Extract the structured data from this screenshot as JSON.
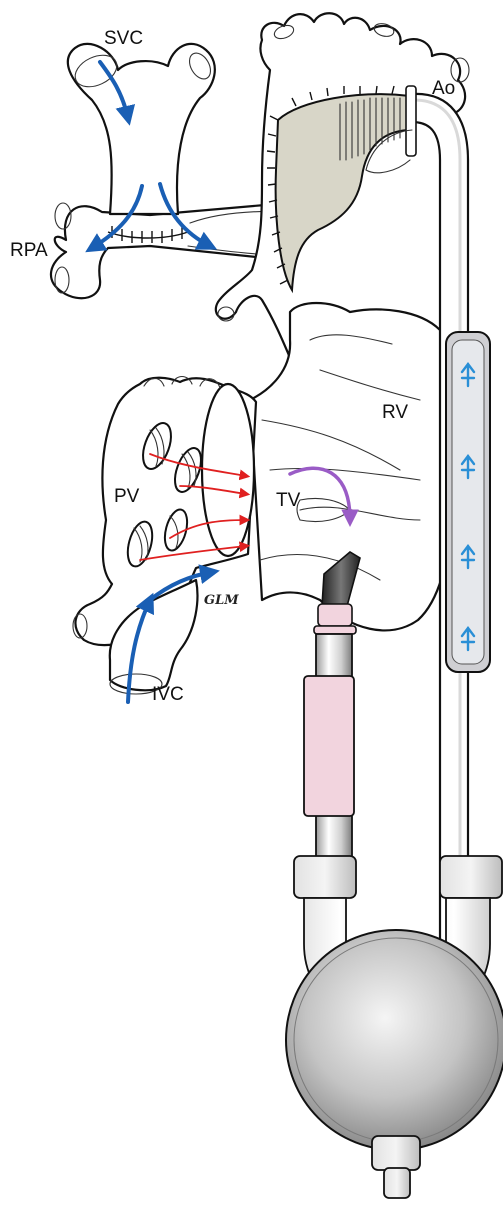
{
  "labels": {
    "svc": "SVC",
    "rpa": "RPA",
    "ao": "Ao",
    "rv": "RV",
    "pv": "PV",
    "tv": "TV",
    "ivc": "IVC",
    "signature": "GLM"
  },
  "colors": {
    "outline": "#111111",
    "blue_flow": "#1a5fb4",
    "red_flow": "#e02020",
    "purple_flow": "#9a5cc6",
    "graft": "#d8d6c8",
    "sleeve": "#f2d4de",
    "pump_chamber": "#c9c9c9",
    "device_flow": "#2a8fd6"
  }
}
